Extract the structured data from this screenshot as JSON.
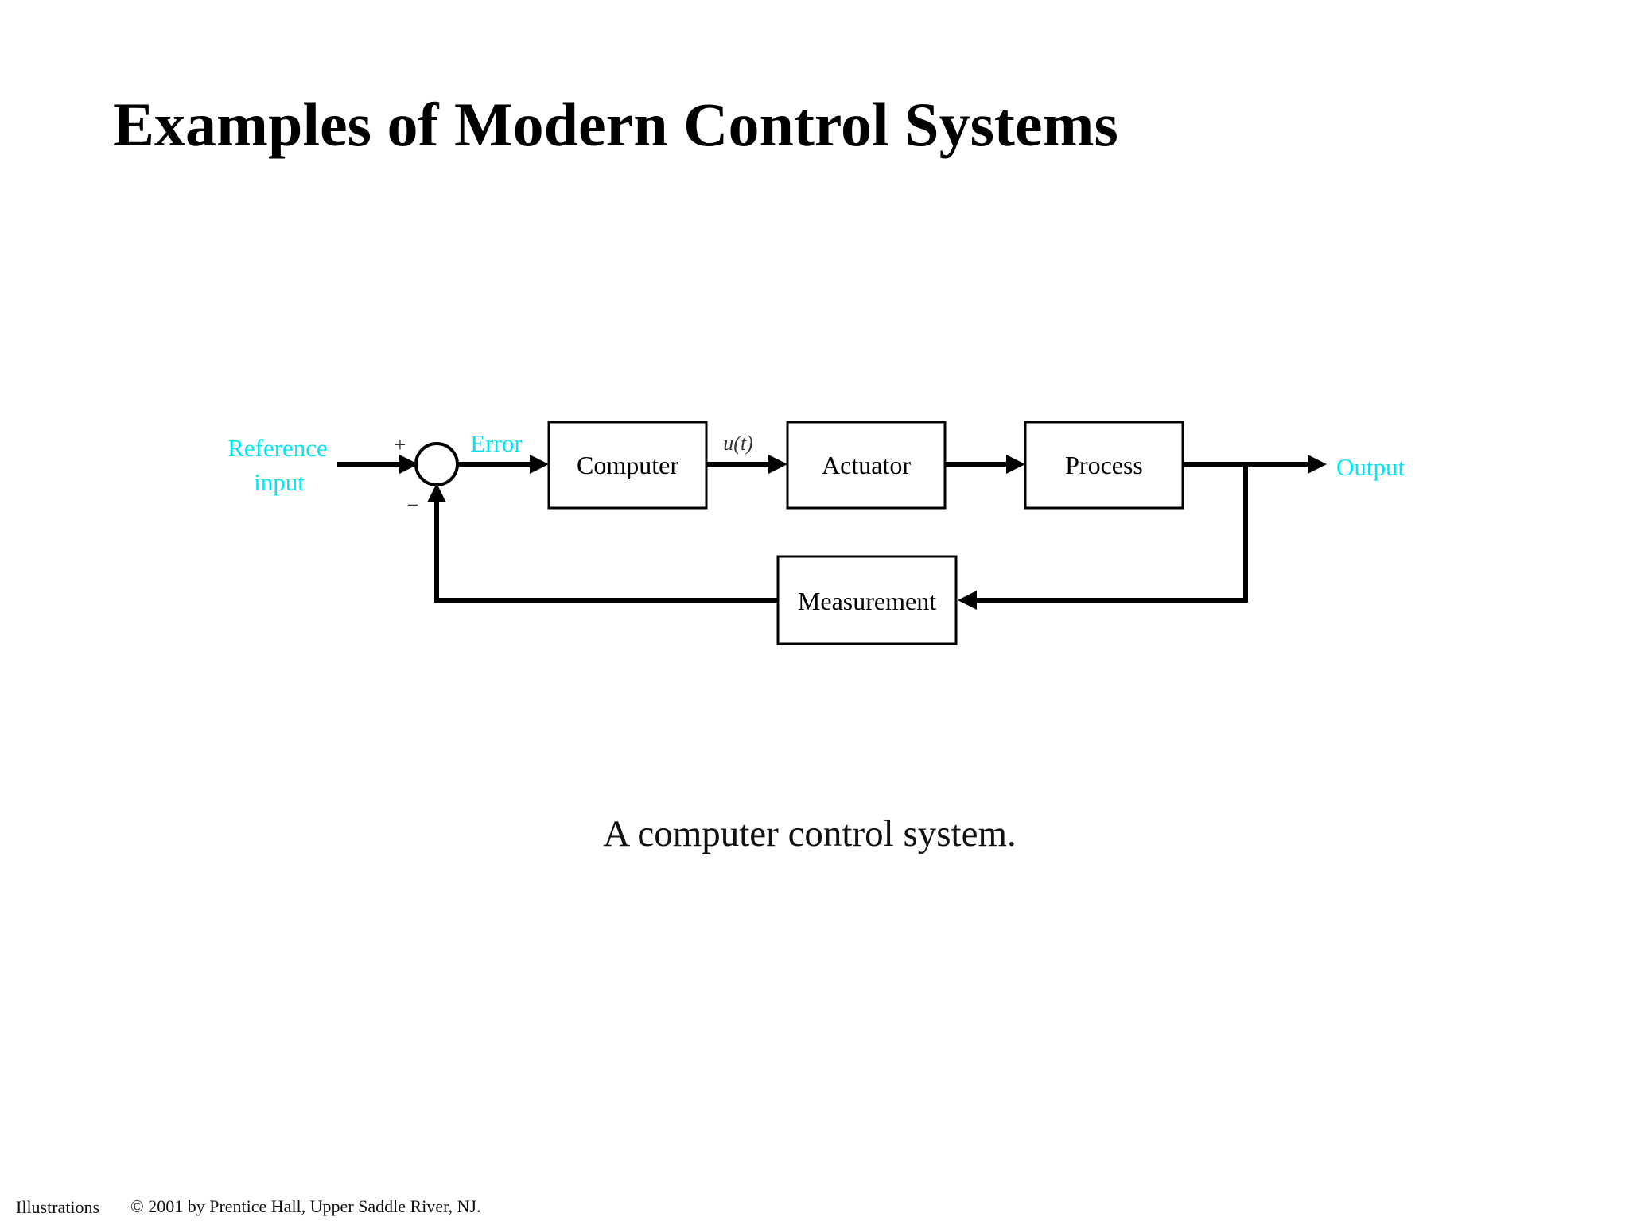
{
  "slide": {
    "title": "Examples of Modern Control Systems"
  },
  "diagram": {
    "blocks": {
      "computer": "Computer",
      "actuator": "Actuator",
      "process": "Process",
      "measurement": "Measurement"
    },
    "signals": {
      "reference_line1": "Reference",
      "reference_line2": "input",
      "error": "Error",
      "control": "u(t)",
      "output": "Output"
    },
    "signs": {
      "plus": "+",
      "minus": "−"
    },
    "colors": {
      "signal_label": "#00e5f2",
      "lines": "#000000"
    }
  },
  "caption": "A computer control system.",
  "footer": {
    "left": "Illustrations",
    "copyright": "© 2001 by Prentice Hall, Upper Saddle River, NJ."
  }
}
